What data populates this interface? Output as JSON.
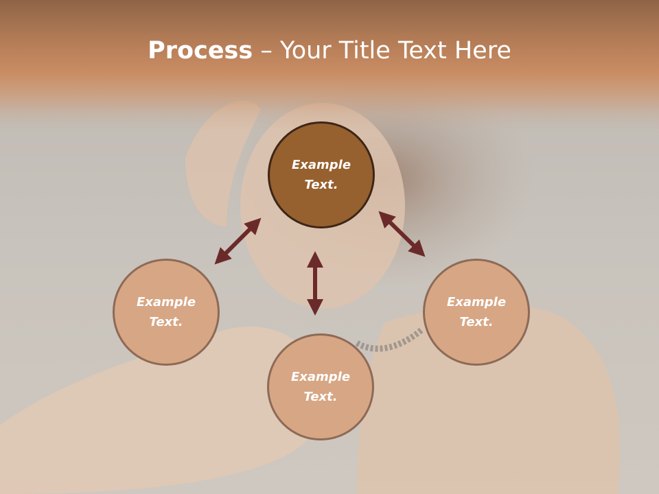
{
  "slide": {
    "title_bold": "Process",
    "title_rest": " – Your Title Text Here"
  },
  "circles": {
    "top": {
      "line1": "Example",
      "line2": "Text."
    },
    "left": {
      "line1": "Example",
      "line2": "Text."
    },
    "bottom": {
      "line1": "Example",
      "line2": "Text."
    },
    "right": {
      "line1": "Example",
      "line2": "Text."
    }
  },
  "colors": {
    "title_band": "#c98c62",
    "circle_dark": "#97602f",
    "circle_light": "#d7a684",
    "arrow": "#6b2a2a"
  },
  "icons": [
    "double-arrow-icon"
  ]
}
